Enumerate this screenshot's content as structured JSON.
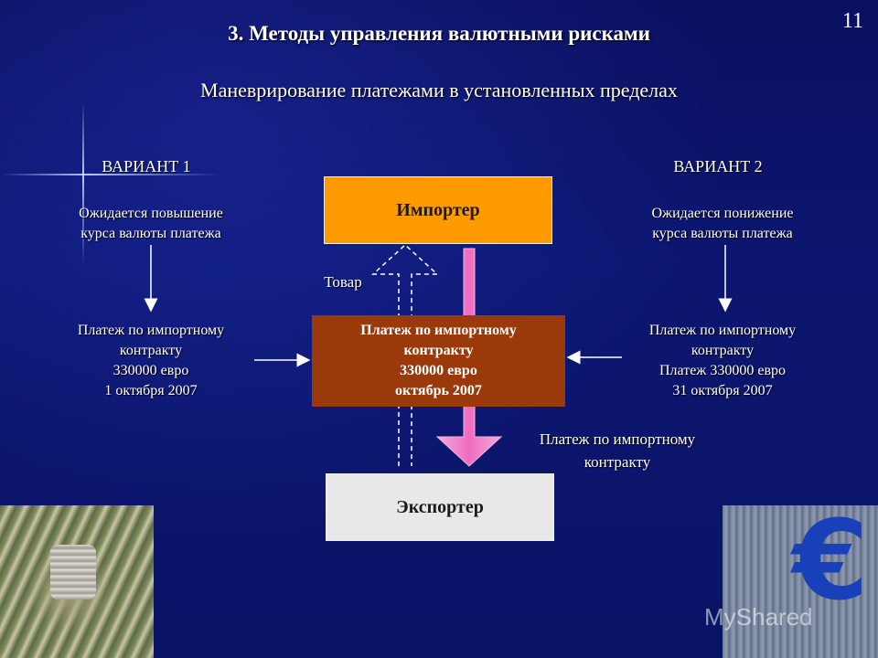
{
  "slide": {
    "number": "11",
    "title": "3. Методы управления валютными рисками",
    "subtitle": "Маневрирование платежами в установленных пределах"
  },
  "variant1": {
    "heading": "ВАРИАНТ 1",
    "expectation_line1": "Ожидается повышение",
    "expectation_line2": "курса валюты платежа",
    "payment_line1": "Платеж по импортному",
    "payment_line2": "контракту",
    "payment_line3": "330000 евро",
    "payment_line4": "1 октября 2007"
  },
  "variant2": {
    "heading": "ВАРИАНТ 2",
    "expectation_line1": "Ожидается понижение",
    "expectation_line2": "курса валюты платежа",
    "payment_line1": "Платеж по импортному",
    "payment_line2": "контракту",
    "payment_line3": "Платеж 330000 евро",
    "payment_line4": "31 октября 2007"
  },
  "center": {
    "importer": "Импортер",
    "exporter": "Экспортер",
    "goods_label": "Товар",
    "payment_line1": "Платеж по импортному",
    "payment_line2": "контракту",
    "payment_line3": "330000 евро",
    "payment_line4": "октябрь 2007",
    "flow_label_line1": "Платеж по импортному",
    "flow_label_line2": "контракту"
  },
  "images": {
    "left_photo": "dollar-bills-and-coins-photo",
    "right_photo": "euro-sign-building-photo",
    "watermark_icon": "mysharedd-watermark-logo"
  },
  "colors": {
    "background": "#0a0f5e",
    "importer_box": "#ff9a00",
    "payment_box": "#9a3a0a",
    "exporter_box": "#e8e8e8",
    "payment_arrow": "#f070c0"
  }
}
